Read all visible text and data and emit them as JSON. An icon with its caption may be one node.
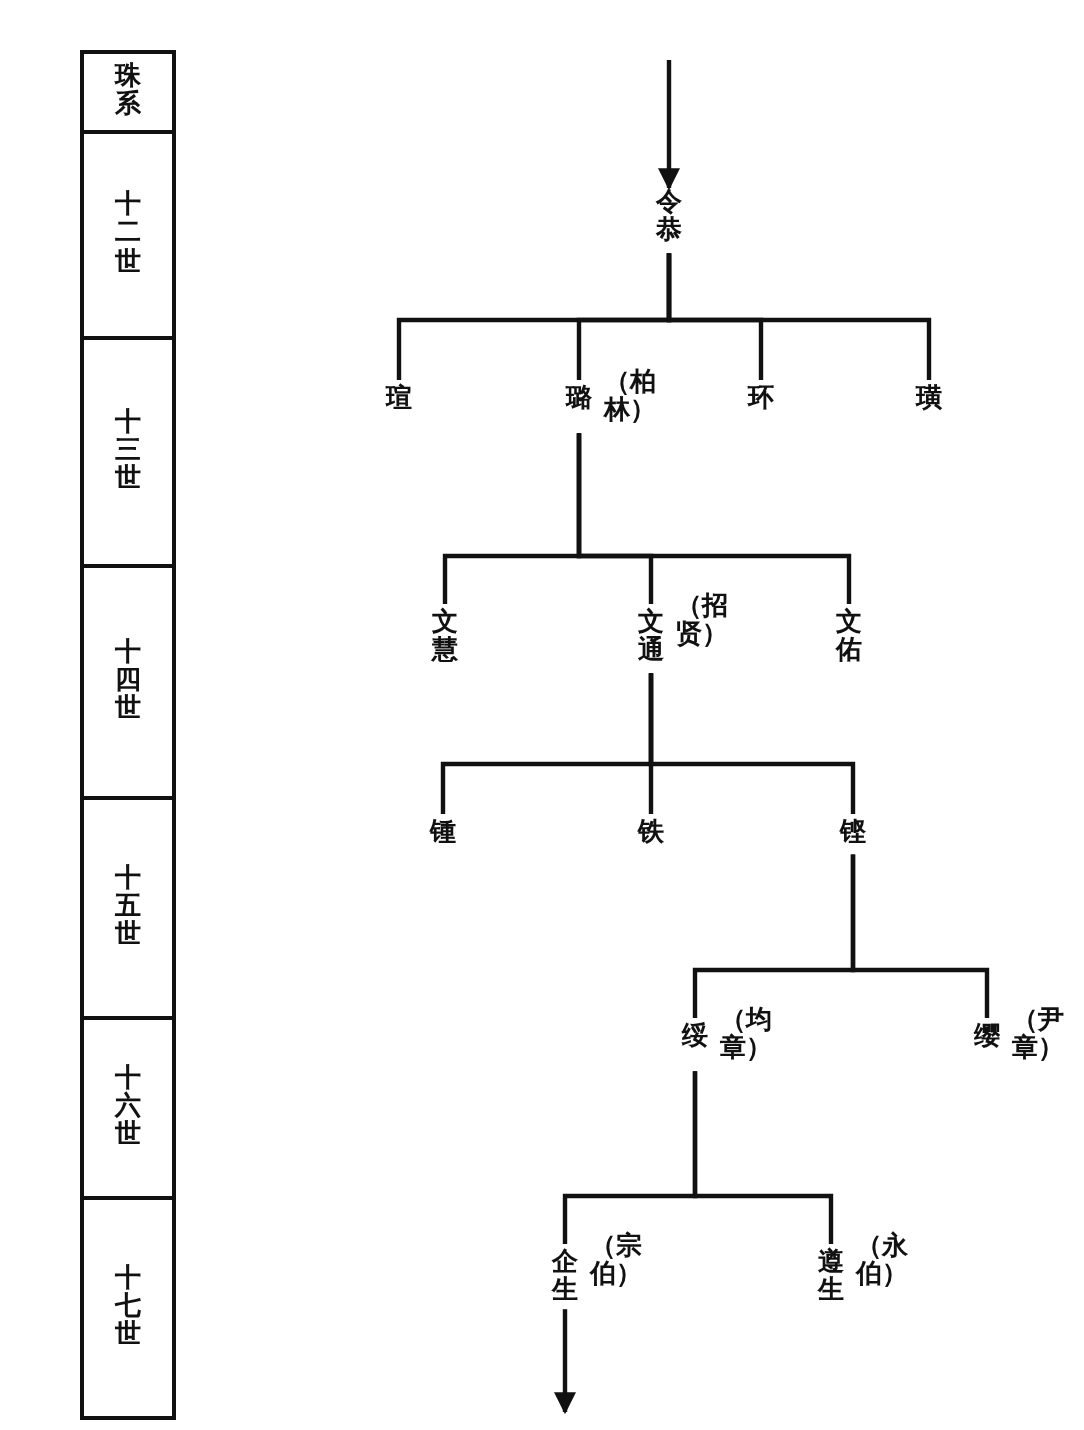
{
  "diagram": {
    "nodes": [
      {
        "text": [
          "珠系"
        ]
      },
      {
        "text": [
          "十二世"
        ]
      },
      {
        "text": [
          "十三世"
        ]
      },
      {
        "text": [
          "十四世"
        ]
      },
      {
        "text": [
          "十五世"
        ]
      },
      {
        "text": [
          "十六世"
        ]
      },
      {
        "text": [
          "十七世"
        ]
      },
      {
        "text": [
          "令恭"
        ]
      },
      {
        "text": [
          "瑄"
        ]
      },
      {
        "text": [
          "璐"
        ],
        "beside": [
          "（柏林）"
        ]
      },
      {
        "text": [
          "环"
        ]
      },
      {
        "text": [
          "璜"
        ]
      },
      {
        "text": [
          "文慧"
        ]
      },
      {
        "text": [
          "文通"
        ],
        "beside": [
          "（招贤）"
        ]
      },
      {
        "text": [
          "文佑"
        ]
      },
      {
        "text": [
          "锺"
        ]
      },
      {
        "text": [
          "铁"
        ]
      },
      {
        "text": [
          "铿"
        ]
      },
      {
        "text": [
          "绥"
        ],
        "beside": [
          "（均章）"
        ]
      },
      {
        "text": [
          "缨"
        ],
        "beside": [
          "（尹章）"
        ]
      },
      {
        "text": [
          "企生"
        ],
        "beside": [
          "（宗伯）"
        ]
      },
      {
        "text": [
          "遵生"
        ],
        "beside": [
          "（永伯）"
        ]
      }
    ],
    "edges": [
      {
        "from": null,
        "to": 7,
        "arrow": "to"
      },
      {
        "from": 7,
        "to": 8,
        "arrow": "none"
      },
      {
        "from": 7,
        "to": 9,
        "arrow": "none"
      },
      {
        "from": 7,
        "to": 10,
        "arrow": "none"
      },
      {
        "from": 7,
        "to": 11,
        "arrow": "none"
      },
      {
        "from": 9,
        "to": 12,
        "arrow": "none"
      },
      {
        "from": 9,
        "to": 13,
        "arrow": "none"
      },
      {
        "from": 9,
        "to": 14,
        "arrow": "none"
      },
      {
        "from": 13,
        "to": 15,
        "arrow": "none"
      },
      {
        "from": 13,
        "to": 16,
        "arrow": "none"
      },
      {
        "from": 13,
        "to": 17,
        "arrow": "none"
      },
      {
        "from": 17,
        "to": 18,
        "arrow": "none"
      },
      {
        "from": 17,
        "to": 19,
        "arrow": "none"
      },
      {
        "from": 18,
        "to": 20,
        "arrow": "none"
      },
      {
        "from": 18,
        "to": 21,
        "arrow": "none"
      },
      {
        "from": 20,
        "to": null,
        "arrow": "to"
      }
    ]
  }
}
